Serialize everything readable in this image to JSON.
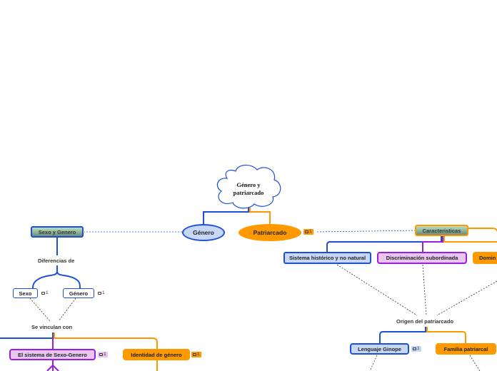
{
  "root": {
    "line1": "Género y",
    "line2": "patriarcado"
  },
  "main": {
    "genero": "Género",
    "patriarcado": "Patriarcado",
    "patriarcado_comments": "1"
  },
  "left": {
    "sexo_genero": "Sexo y Genero",
    "diferencias": "Diferencias de",
    "sexo": "Sexo",
    "sexo_comments": "1",
    "genero": "Género",
    "genero_comments": "1",
    "vinculan": "Se vinculan con",
    "sistema": "El sistema de Sexo-Genero",
    "sistema_comments": "1",
    "identidad": "Identidad de género",
    "identidad_comments": "1"
  },
  "right": {
    "caracteristicas": "Caracteristicas",
    "sistema_historico": "Sistema histórico y no natural",
    "discriminacion": "Discriminación subordinada",
    "dominacion": "Domin",
    "origen": "Origen del patriarcado",
    "lenguaje": "Lenguaje Ginope",
    "lenguaje_comments": "1",
    "familia": "Familia patriarcal"
  },
  "colors": {
    "blue": "#1f4fd6",
    "orange": "#ff9900",
    "purple": "#9b1fe0",
    "node_blue_bg": "#c7d7f6",
    "node_purple_bg": "#e8c6f0",
    "badge_orange": "#ff9900",
    "badge_blue": "#c7d7f6",
    "badge_purple": "#e8c6f0"
  }
}
